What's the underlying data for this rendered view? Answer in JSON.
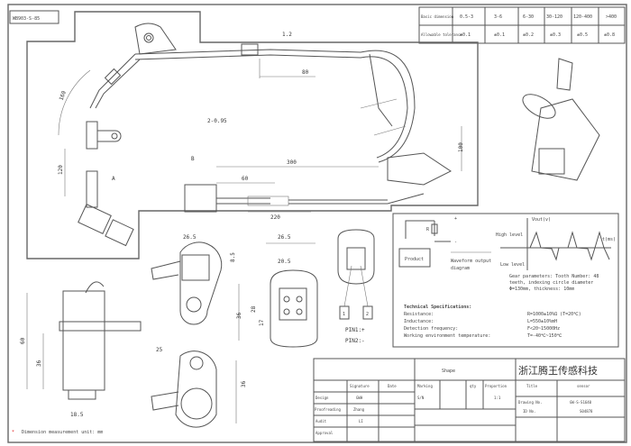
{
  "drawing_id": "WB903-S-85",
  "tolerance_table": {
    "row1_label": "Basic dimension",
    "row2_label": "Allowable tolerance",
    "ranges": [
      "0.5-3",
      "3-6",
      "6-30",
      "30-120",
      "120-400",
      ">400"
    ],
    "tolerances": [
      "±0.1",
      "±0.1",
      "±0.2",
      "±0.3",
      "±0.5",
      "±0.8"
    ]
  },
  "dimensions": {
    "cable_top": "1.2",
    "d80": "80",
    "d160": "160",
    "d120": "120",
    "d300": "300",
    "d60": "60",
    "d220": "220",
    "d100": "100",
    "wire": "2-0.95",
    "label_a": "A",
    "label_b": "B",
    "c1": "26.5",
    "c2": "26.5",
    "c3": "20.5",
    "c4": "36",
    "c5": "28",
    "c6": "17",
    "c7": "60",
    "c8": "36",
    "c9": "18.5",
    "c10": "8.5",
    "c11": "25",
    "c12": "36"
  },
  "pins": {
    "pin1": "PIN1:+",
    "pin2": "PIN2:-",
    "p1": "1",
    "p2": "2"
  },
  "waveform": {
    "product": "Product",
    "r": "R",
    "plus": "+",
    "minus": "-",
    "caption1": "Waveform output",
    "caption2": "diagram",
    "axis": "Vout(v)",
    "high": "High level",
    "low": "Low level",
    "time": "t(ms)",
    "gear1": "Gear parameters: Tooth Number: 48",
    "gear2": "teeth, indexing circle diameter",
    "gear3": "Φ=130mm, thickness: 10mm"
  },
  "specs": {
    "title": "Technical Specifications:",
    "items": [
      {
        "label": "Resistance:",
        "value": "R=1000±10%Ω (T=20℃)"
      },
      {
        "label": "Inductance:",
        "value": "L=550±10%mH"
      },
      {
        "label": "Detection frequency:",
        "value": "F<20~15000Hz"
      },
      {
        "label": "Working environment temperature:",
        "value": "T=-40℃~150℃"
      }
    ]
  },
  "title_block": {
    "shape": "Shape",
    "company": "浙江腾王传感科技",
    "signature": "Signature",
    "date": "Date",
    "marking": "Marking",
    "qty": "qty",
    "proportion": "Proportion",
    "title_label": "Title",
    "title_value": "sensor",
    "design": "Design",
    "design_name": "GWH",
    "proofreading": "Proofreading",
    "proof_name": "Zhang",
    "audit": "Audit",
    "audit_name": "LI",
    "approval": "Approval",
    "sn": "S/N",
    "scale": "1:1",
    "drawing_no_label": "Drawing No.",
    "drawing_no": "GW-S-S1640",
    "id_label": "ID No.",
    "id_value": "S04878"
  },
  "note": "Dimension measurement unit: mm",
  "colors": {
    "note_star": "#e02020"
  }
}
